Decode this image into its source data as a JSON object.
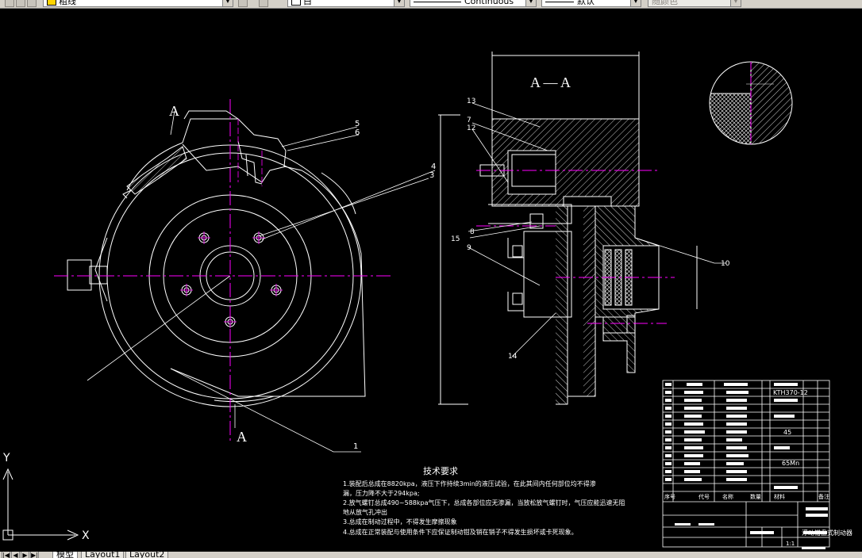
{
  "toolbar": {
    "layer_name": "粗线",
    "color_name": "白",
    "linetype_name": "Continuous",
    "lineweight_name": "默认",
    "plotstyle_name": "随颜色"
  },
  "drawing": {
    "section_title": "A — A",
    "section_marker_top": "A",
    "section_marker_bottom": "A",
    "callouts": {
      "c1": "1",
      "c3": "3",
      "c4": "4",
      "c5": "5",
      "c6": "6",
      "c7": "7",
      "c8": "8",
      "c9": "9",
      "c10": "10",
      "c12": "12",
      "c13": "13",
      "c14": "14",
      "c15": "15"
    },
    "tech_title": "技术要求",
    "tech_notes": [
      "1.装配后总成在8820kpa，液压下作持续3min的液压试验，在此其间内任何部位均不得渗",
      "漏，压力降不大于294kpa;",
      "2.放气螺钉总成490~588kpa气压下，总成各部位应无渗漏，当放松放气螺钉时，气压应能迅速无阻",
      "地从放气孔冲出",
      "3.总成在制动过程中，不得发生摩擦现象",
      "4.总成在正常装配与使用条件下应保证制动钳及销在销子不得发生损坏或卡死现象。"
    ],
    "title_block": {
      "material_1": "KTH370-12",
      "material_2": "45",
      "material_3": "65Mn",
      "scale": "1:1",
      "head_labels": [
        "序号",
        "代号",
        "名称",
        "数量",
        "材料",
        "备注"
      ],
      "drawing_name": "浮动钳盘式制动器"
    }
  },
  "axis": {
    "x_label": "X",
    "y_label": "Y"
  },
  "tabs": [
    {
      "label": "模型"
    },
    {
      "label": "Layout1"
    },
    {
      "label": "Layout2"
    }
  ]
}
